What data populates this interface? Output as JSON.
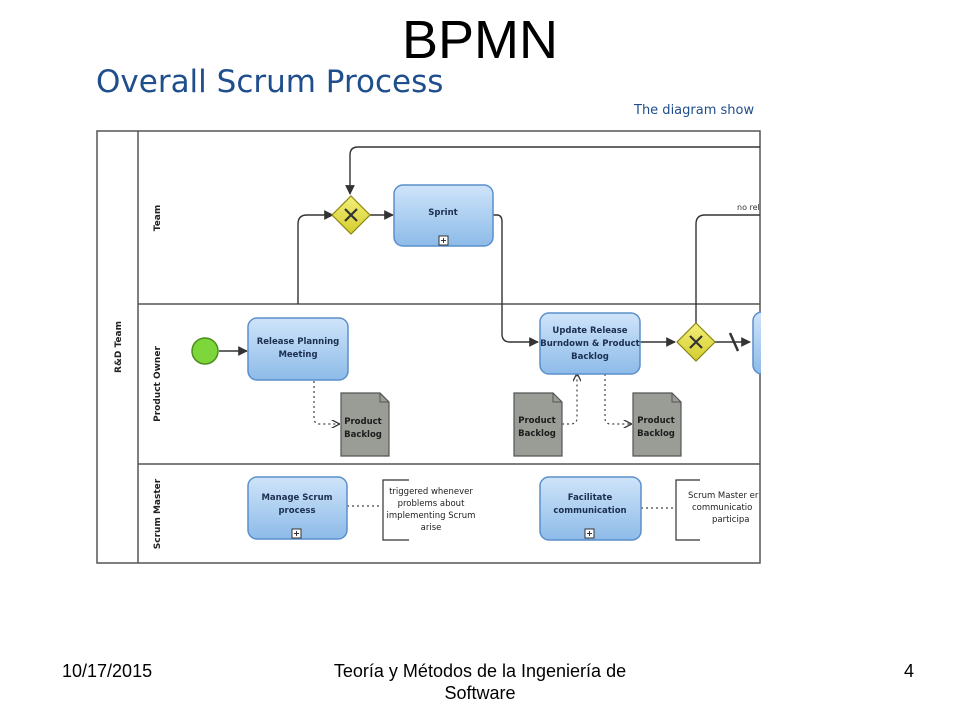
{
  "slide": {
    "title": "BPMN",
    "footer_date": "10/17/2015",
    "footer_course": "Teoría y Métodos de la Ingeniería de Software",
    "page_number": "4"
  },
  "diagram": {
    "title": "Overall Scrum Process",
    "subtitle": "The diagram show",
    "pool_label": "R&D Team",
    "lanes": {
      "team": "Team",
      "product_owner": "Product Owner",
      "scrum_master": "Scrum Master"
    },
    "tasks": {
      "sprint": "Sprint",
      "release_planning": [
        "Release Planning",
        "Meeting"
      ],
      "update_release": [
        "Update Release",
        "Burndown & Product",
        "Backlog"
      ],
      "manage_scrum": [
        "Manage Scrum",
        "process"
      ],
      "facilitate": [
        "Facilitate",
        "communication"
      ]
    },
    "data_objects": {
      "backlog": [
        "Product",
        "Backlog"
      ]
    },
    "annotations": {
      "manage": [
        "triggered whenever",
        "problems about",
        "implementing Scrum",
        "arise"
      ],
      "facilitate": [
        "Scrum Master er",
        "communicatio",
        "participa"
      ]
    },
    "flow_labels": {
      "no_release": "no rel"
    },
    "colors": {
      "task_fill": "#a9cdf0",
      "task_stroke": "#5b8fcc",
      "gateway": "#e6e14a",
      "start_event": "#7dd63a",
      "title": "#1f4e8c",
      "data_object": "#9a9d96"
    }
  }
}
